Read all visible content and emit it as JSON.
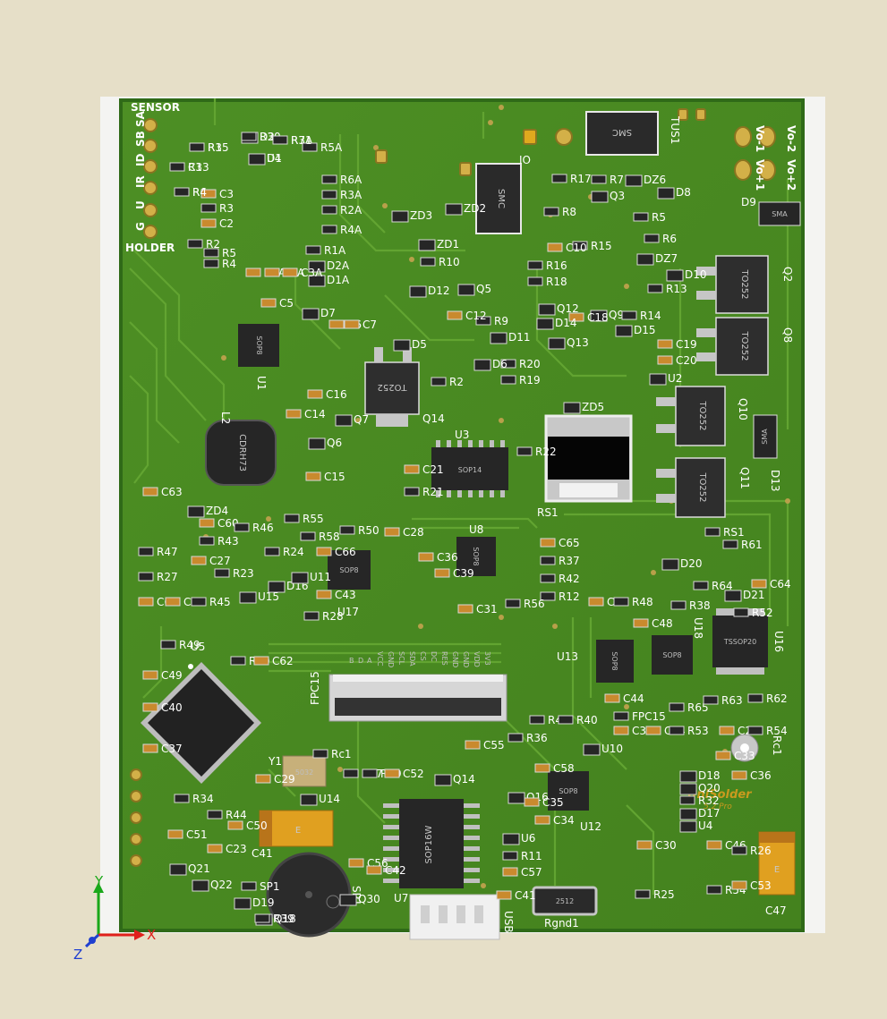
{
  "colors": {
    "background": "#e6dfc8",
    "pcb": "#4a8a22",
    "pcb_edge": "#2f6a18",
    "trace": "#5c9e2c",
    "silkscreen": "#ffffff",
    "chip": "#2a2a2a",
    "pad": "#d9b14a",
    "brand": "#c99a1e",
    "axis_x": "#e0201c",
    "axis_y": "#1aa81a",
    "axis_z": "#1f3fd0"
  },
  "edge_labels": {
    "sensor": "SENSOR",
    "sa": "SA",
    "sb": "SB",
    "id": "ID",
    "ir": "IR",
    "u": "U",
    "g": "G",
    "holder": "HOLDER",
    "vo_minus_1": "Vo-1",
    "vo_minus_2": "Vo-2",
    "vo_plus_1": "Vo+1",
    "vo_plus_2": "Vo+2",
    "usb": "USB"
  },
  "fpc_pins": [
    "3V3",
    "VDD",
    "GND",
    "GND",
    "RES",
    "DC",
    "CS",
    "SDA",
    "SCL",
    "GND",
    "VCC",
    "A",
    "D",
    "B"
  ],
  "brand": {
    "name": "UniSolder",
    "version": "5.2 Pro"
  },
  "axes": {
    "x": "X",
    "y": "Y",
    "z": "Z"
  },
  "large_parts": [
    {
      "ref": "TUS1",
      "body": "SMC"
    },
    {
      "ref": "IO",
      "body": "SMC"
    },
    {
      "ref": "Q2",
      "body": "TO252"
    },
    {
      "ref": "Q8",
      "body": "TO252"
    },
    {
      "ref": "Q10",
      "body": "TO252"
    },
    {
      "ref": "Q11",
      "body": "TO252"
    },
    {
      "ref": "Q14",
      "body": "TO252"
    },
    {
      "ref": "L2",
      "body": "CDRH73"
    },
    {
      "ref": "U5",
      "body": ""
    },
    {
      "ref": "U7",
      "body": "SOP16W"
    },
    {
      "ref": "U3",
      "body": "SOP14"
    },
    {
      "ref": "U8",
      "body": "SOP8"
    },
    {
      "ref": "U17",
      "body": "SOP8"
    },
    {
      "ref": "U1",
      "body": "SOP8"
    },
    {
      "ref": "U13",
      "body": "SOP8"
    },
    {
      "ref": "U18",
      "body": "SOP8"
    },
    {
      "ref": "U12",
      "body": "SOP8"
    },
    {
      "ref": "U16",
      "body": "TSSOP20"
    },
    {
      "ref": "Y1",
      "body": "5032"
    },
    {
      "ref": "Rgnd1",
      "body": "2512"
    },
    {
      "ref": "D9",
      "body": "SMA"
    },
    {
      "ref": "D13",
      "body": "SMA"
    },
    {
      "ref": "C41",
      "body": "E"
    },
    {
      "ref": "C47",
      "body": "E"
    }
  ],
  "refs": [
    "R1",
    "D2",
    "R7A",
    "C1",
    "R6",
    "D1",
    "R5A",
    "R6A",
    "R3A",
    "R2A",
    "R4A",
    "C3",
    "R3",
    "C2",
    "R2",
    "R5",
    "R4",
    "R1A",
    "D2A",
    "D1A",
    "C1A",
    "C2A",
    "C3A",
    "ZD3",
    "ZD2",
    "ZD1",
    "R10",
    "D12",
    "Q5",
    "R9",
    "C12",
    "D11",
    "D5",
    "D7",
    "C6",
    "C7",
    "C5",
    "R17",
    "R7",
    "DZ6",
    "D8",
    "R8",
    "R5",
    "R6",
    "Q3",
    "R15",
    "C10",
    "R16",
    "R18",
    "DZ7",
    "D10",
    "R13",
    "Q12",
    "Q9",
    "R14",
    "C18",
    "D14",
    "D15",
    "Q13",
    "C19",
    "C20",
    "R20",
    "R19",
    "ZD5",
    "U2",
    "D6",
    "R2",
    "C16",
    "C14",
    "Q7",
    "Q6",
    "C15",
    "R21",
    "C21",
    "R22",
    "RS1",
    "R61",
    "D20",
    "R64",
    "D21",
    "C64",
    "C63",
    "ZD4",
    "C60",
    "R43",
    "R47",
    "R46",
    "R55",
    "R58",
    "C66",
    "R50",
    "C28",
    "C36",
    "C65",
    "R37",
    "R42",
    "R12",
    "R24",
    "C27",
    "R23",
    "R27",
    "C61",
    "C59",
    "R45",
    "C45",
    "R48",
    "R38",
    "R52",
    "C39",
    "C31",
    "R56",
    "D16",
    "U11",
    "U15",
    "R28",
    "C43",
    "R49",
    "R60",
    "C62",
    "C49",
    "C40",
    "C48",
    "C44",
    "FPC15",
    "C38",
    "C24",
    "R53",
    "R65",
    "R63",
    "R62",
    "C25",
    "R54",
    "C33",
    "C36",
    "C37",
    "Rc1",
    "R57",
    "R59",
    "C52",
    "C55",
    "R36",
    "R41",
    "R40",
    "U10",
    "C58",
    "Q14",
    "Q16",
    "C35",
    "C34",
    "C29",
    "R34",
    "U14",
    "R44",
    "C50",
    "C51",
    "C23",
    "C56",
    "C42",
    "U6",
    "R11",
    "C57",
    "C41",
    "C30",
    "C46",
    "R26",
    "R25",
    "R54",
    "C53",
    "Q21",
    "Q22",
    "D19",
    "Q18",
    "Q30",
    "D18",
    "Q20",
    "R32",
    "D17",
    "U4",
    "SP1",
    "R39",
    "R35",
    "R30",
    "R31",
    "R33",
    "R4",
    "U4"
  ]
}
